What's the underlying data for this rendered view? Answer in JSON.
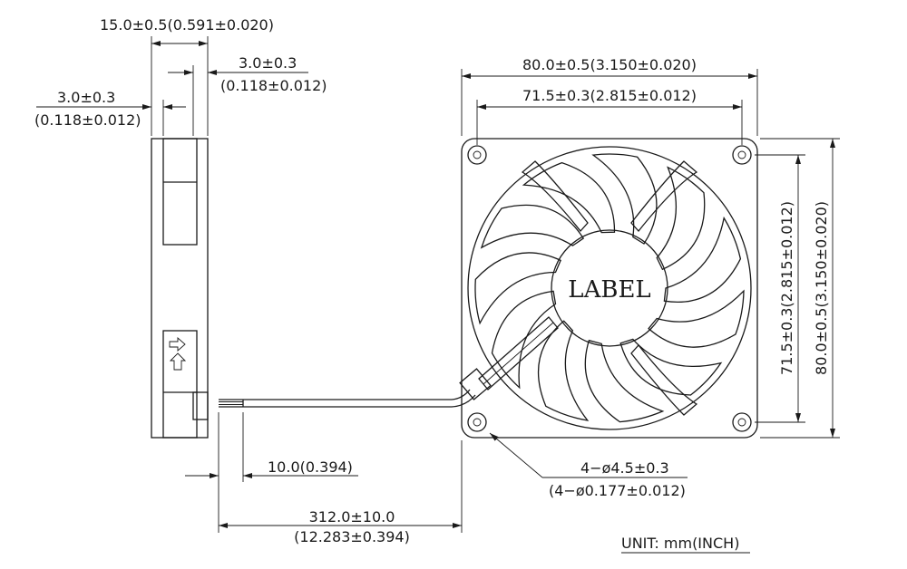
{
  "dimensions": {
    "side_depth": "15.0±0.5(0.591±0.020)",
    "rib_right_mm": "3.0±0.3",
    "rib_right_in": "(0.118±0.012)",
    "rib_left_mm": "3.0±0.3",
    "rib_left_in": "(0.118±0.012)",
    "frame_width": "80.0±0.5(3.150±0.020)",
    "hole_pitch_h": "71.5±0.3(2.815±0.012)",
    "hole_pitch_v": "71.5±0.3(2.815±0.012)",
    "frame_height": "80.0±0.5(3.150±0.020)",
    "hole_dia_mm": "4−ø4.5±0.3",
    "hole_dia_in": "(4−ø0.177±0.012)",
    "strip_len": "10.0(0.394)",
    "lead_len_mm": "312.0±10.0",
    "lead_len_in": "(12.283±0.394)"
  },
  "label_text": "LABEL",
  "unit_note": "UNIT:  mm(INCH)",
  "colors": {
    "line": "#1a1a1a",
    "background": "#ffffff"
  }
}
